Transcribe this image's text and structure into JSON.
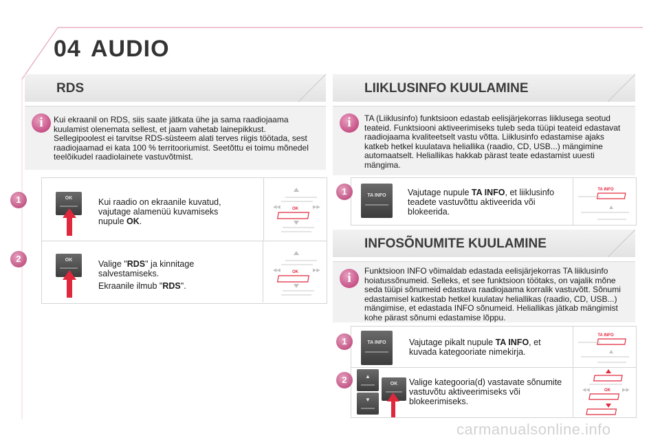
{
  "chapter": {
    "number": "04",
    "title": "AUDIO"
  },
  "left": {
    "header": "RDS",
    "info": "Kui ekraanil on RDS, siis saate jätkata ühe ja sama raadiojaama kuulamist olenemata sellest, et jaam vahetab lainepikkust. Sellegipoolest ei tarvitse RDS-süsteem alati terves riigis töötada, sest raadiojaamad ei kata 100 % territooriumist. Seetõttu ei toimu mõnedel teelõikudel raadiolainete vastuvõtmist.",
    "step1": {
      "num": "1",
      "text_a": "Kui raadio on ekraanile kuvatud, vajutage alamenüü kuvamiseks nupule ",
      "text_b": "OK",
      "text_c": ".",
      "btn": "OK",
      "diag_ok": "OK"
    },
    "step2": {
      "num": "2",
      "text_a": "Valige \"",
      "text_b": "RDS",
      "text_c": "\" ja kinnitage salvestamiseks.",
      "text_d": "Ekraanile ilmub \"",
      "text_e": "RDS",
      "text_f": "\".",
      "btn": "OK",
      "diag_ok": "OK"
    }
  },
  "right": {
    "header1": "LIIKLUSINFO KUULAMINE",
    "info1": "TA (Liiklusinfo) funktsioon edastab eelisjärjekorras liiklusega seotud teateid. Funktsiooni aktiveerimiseks tuleb seda tüüpi teateid edastavat raadiojaama kvaliteetselt vastu võtta. Liiklusinfo edastamise ajaks katkeb hetkel kuulatava heliallika (raadio, CD, USB...) mängimine automaatselt. Heliallikas hakkab pärast teate edastamist uuesti mängima.",
    "step1": {
      "num": "1",
      "text_a": "Vajutage nupule ",
      "text_b": "TA INFO",
      "text_c": ", et liiklusinfo teadete vastuvõttu aktiveerida või blokeerida.",
      "btn": "TA INFO",
      "diag": "TA INFO"
    },
    "header2": "INFOSÕNUMITE KUULAMINE",
    "info2": "Funktsioon INFO võimaldab edastada eelisjärjekorras TA liiklusinfo hoiatussõnumeid. Selleks, et see funktsioon töötaks, on vajalik mõne seda tüüpi sõnumeid edastava raadiojaama korralik vastuvõtt. Sõnumi edastamisel katkestab hetkel kuulatav heliallikas (raadio, CD, USB...) mängimise, et edastada INFO sõnumeid. Heliallikas jätkab mängimist kohe pärast sõnumi edastamise lõppu.",
    "step2": {
      "num": "1",
      "text_a": "Vajutage pikalt nupule ",
      "text_b": "TA INFO",
      "text_c": ", et kuvada kategooriate nimekirja.",
      "btn": "TA INFO",
      "diag": "TA INFO"
    },
    "step3": {
      "num": "2",
      "text": "Valige kategooria(d) vastavate sõnumite vastuvõtu aktiveerimiseks või blokeerimiseks.",
      "btn": "OK",
      "diag_ok": "OK"
    }
  },
  "footer": {
    "watermark": "carmanualsonline.info"
  },
  "colors": {
    "accent": "#b33a6f",
    "red": "#e0283c"
  }
}
